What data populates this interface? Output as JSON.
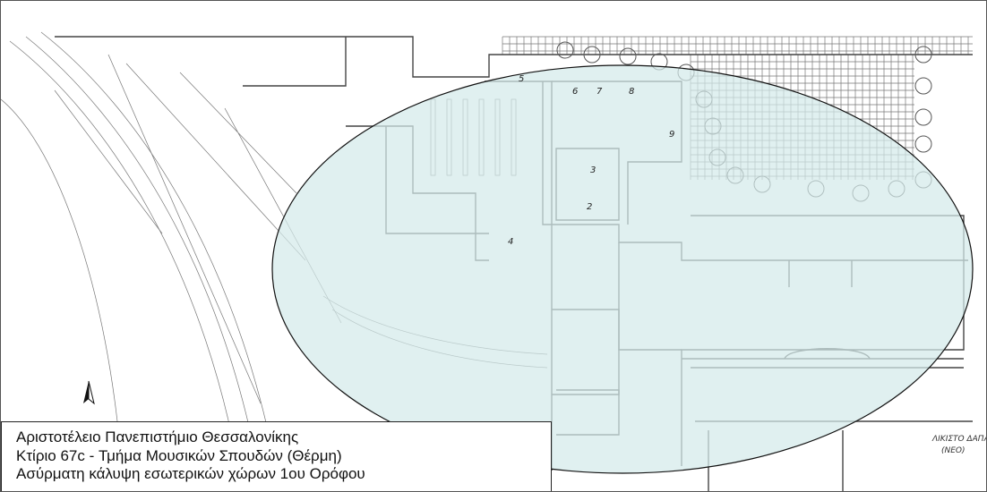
{
  "caption": {
    "line1": "Αριστοτέλειο Πανεπιστήμιο Θεσσαλονίκης",
    "line2": "Κτίριο 67c - Τμήμα Μουσικών Σπουδών (Θέρμη)",
    "line3": "Ασύρματη κάλυψη εσωτερικών χώρων 1ου Ορόφου"
  },
  "annotations": {
    "handwritten_line1": "ΛΙΚΙΣΤΟ ΔΑΠΑ",
    "handwritten_line2": "(ΝΕΟ)"
  },
  "rooms": [
    "2",
    "3",
    "4",
    "5",
    "6",
    "7",
    "8",
    "9"
  ],
  "coverage": {
    "fill_color": "#d4eaea",
    "outline_color": "#111111"
  },
  "icons": {
    "north": "north-arrow-icon"
  }
}
